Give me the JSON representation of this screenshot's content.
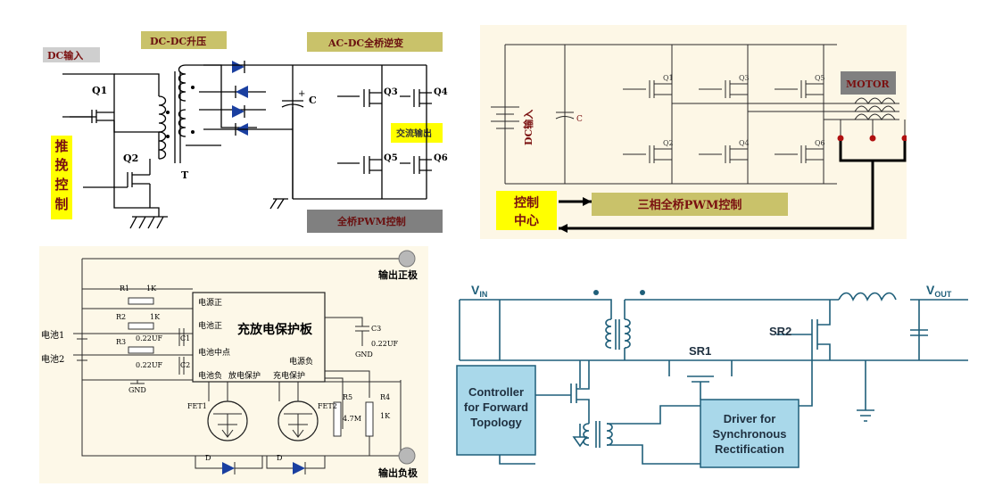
{
  "panel1": {
    "dc_input": "DC输入",
    "boost": "DC-DC升压",
    "inverter": "AC-DC全桥逆变",
    "q1": "Q1",
    "q2": "Q2",
    "q3": "Q3",
    "q4": "Q4",
    "q5": "Q5",
    "q6": "Q6",
    "cap_c": "C",
    "plus": "+",
    "transformer": "T",
    "push_pull": [
      "推",
      "挽",
      "控",
      "制"
    ],
    "ac_output": "交流输出",
    "pwm_ctrl": "全桥PWM控制"
  },
  "panel2": {
    "dc_input": "DC输入",
    "cap_c": "C",
    "q1": "Q1",
    "q2": "Q2",
    "q3": "Q3",
    "q4": "Q4",
    "q5": "Q5",
    "q6": "Q6",
    "motor": "MOTOR",
    "control_center_1": "控制",
    "control_center_2": "中心",
    "pwm_ctrl": "三相全桥PWM控制"
  },
  "panel3": {
    "out_pos": "输出正极",
    "out_neg": "输出负极",
    "board": "充放电保护板",
    "r1": "R1",
    "r2": "R2",
    "r3": "R3",
    "r4": "R4",
    "r5": "R5",
    "k1": "1K",
    "k2": "1K",
    "k4": "1K",
    "r5_val": "4.7M",
    "c1": "C1",
    "c2": "C2",
    "c3": "C3",
    "c1_val": "0.22UF",
    "c2_val": "0.22UF",
    "c3_val": "0.22UF",
    "gnd1": "GND",
    "gnd2": "GND",
    "pin_pos": "电源正",
    "pin_bat_pos": "电池正",
    "pin_mid": "电池中点",
    "pin_bat_neg": "电池负",
    "pin_dis": "放电保护",
    "pin_chg": "充电保护",
    "pin_neg": "电源负",
    "bat1": "电池1",
    "bat2": "电池2",
    "fet1": "FET1",
    "fet2": "FET2",
    "d1": "D",
    "d2": "D"
  },
  "panel4": {
    "vin": "V",
    "vin_sub": "IN",
    "vout": "V",
    "vout_sub": "OUT",
    "sr1": "SR1",
    "sr2": "SR2",
    "controller": [
      "Controller",
      "for Forward",
      "Topology"
    ],
    "driver": [
      "Driver for",
      "Synchronous",
      "Rectification"
    ]
  },
  "colors": {
    "yellow_label": "#ffff00",
    "olive_banner": "#c9c26a",
    "gray_banner": "#808080",
    "panel2_bg": "#fdf7e6",
    "panel3_bg": "#fdf8e8",
    "panel4_box": "#a9d8ea",
    "dark_red": "#7a1010",
    "schematic_teal": "#1f5f7a"
  }
}
